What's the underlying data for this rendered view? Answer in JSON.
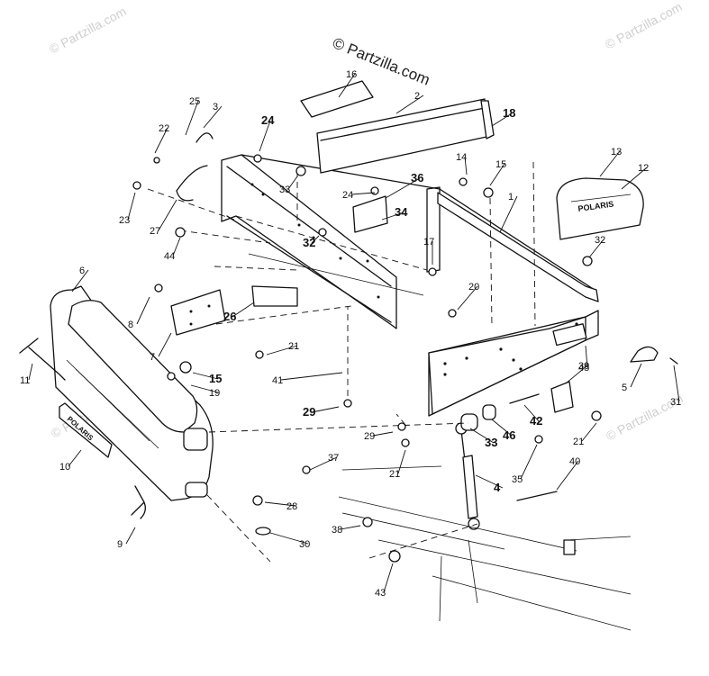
{
  "watermark": {
    "main": "© Partzilla.com",
    "repeat": "© Partzilla.com"
  },
  "callouts": [
    {
      "num": "1",
      "bold": false
    },
    {
      "num": "2",
      "bold": false
    },
    {
      "num": "3",
      "bold": false
    },
    {
      "num": "4",
      "bold": true
    },
    {
      "num": "5",
      "bold": false
    },
    {
      "num": "6",
      "bold": false
    },
    {
      "num": "7",
      "bold": false
    },
    {
      "num": "8",
      "bold": false
    },
    {
      "num": "9",
      "bold": false
    },
    {
      "num": "10",
      "bold": false
    },
    {
      "num": "11",
      "bold": false
    },
    {
      "num": "12",
      "bold": false
    },
    {
      "num": "13",
      "bold": false
    },
    {
      "num": "14",
      "bold": false
    },
    {
      "num": "15",
      "bold": false
    },
    {
      "num": "15",
      "bold": true
    },
    {
      "num": "16",
      "bold": false
    },
    {
      "num": "17",
      "bold": false
    },
    {
      "num": "18",
      "bold": true
    },
    {
      "num": "19",
      "bold": false
    },
    {
      "num": "20",
      "bold": false
    },
    {
      "num": "21",
      "bold": false
    },
    {
      "num": "21",
      "bold": false
    },
    {
      "num": "21",
      "bold": false
    },
    {
      "num": "22",
      "bold": false
    },
    {
      "num": "23",
      "bold": false
    },
    {
      "num": "24",
      "bold": true
    },
    {
      "num": "24",
      "bold": false
    },
    {
      "num": "25",
      "bold": false
    },
    {
      "num": "26",
      "bold": true
    },
    {
      "num": "27",
      "bold": false
    },
    {
      "num": "28",
      "bold": false
    },
    {
      "num": "29",
      "bold": true
    },
    {
      "num": "29",
      "bold": false
    },
    {
      "num": "30",
      "bold": false
    },
    {
      "num": "31",
      "bold": false
    },
    {
      "num": "32",
      "bold": true
    },
    {
      "num": "32",
      "bold": false
    },
    {
      "num": "33",
      "bold": false
    },
    {
      "num": "33",
      "bold": true
    },
    {
      "num": "34",
      "bold": true
    },
    {
      "num": "35",
      "bold": false
    },
    {
      "num": "36",
      "bold": true
    },
    {
      "num": "37",
      "bold": false
    },
    {
      "num": "38",
      "bold": false
    },
    {
      "num": "39",
      "bold": false
    },
    {
      "num": "40",
      "bold": false
    },
    {
      "num": "41",
      "bold": false
    },
    {
      "num": "42",
      "bold": true
    },
    {
      "num": "43",
      "bold": false
    },
    {
      "num": "44",
      "bold": false
    },
    {
      "num": "45",
      "bold": false
    },
    {
      "num": "46",
      "bold": true
    }
  ]
}
